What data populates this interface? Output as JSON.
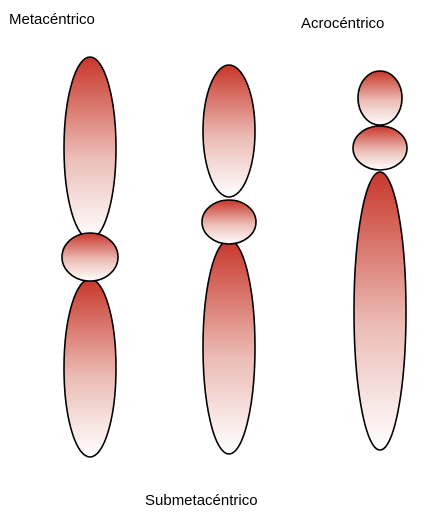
{
  "labels": {
    "metacentric": "Metacéntrico",
    "acrocentric": "Acrocéntrico",
    "submetacentric": "Submetacéntrico"
  },
  "colors": {
    "arm_top": "#c8362a",
    "arm_bottom": "#ffffff",
    "outline": "#000000",
    "background": "#ffffff"
  }
}
